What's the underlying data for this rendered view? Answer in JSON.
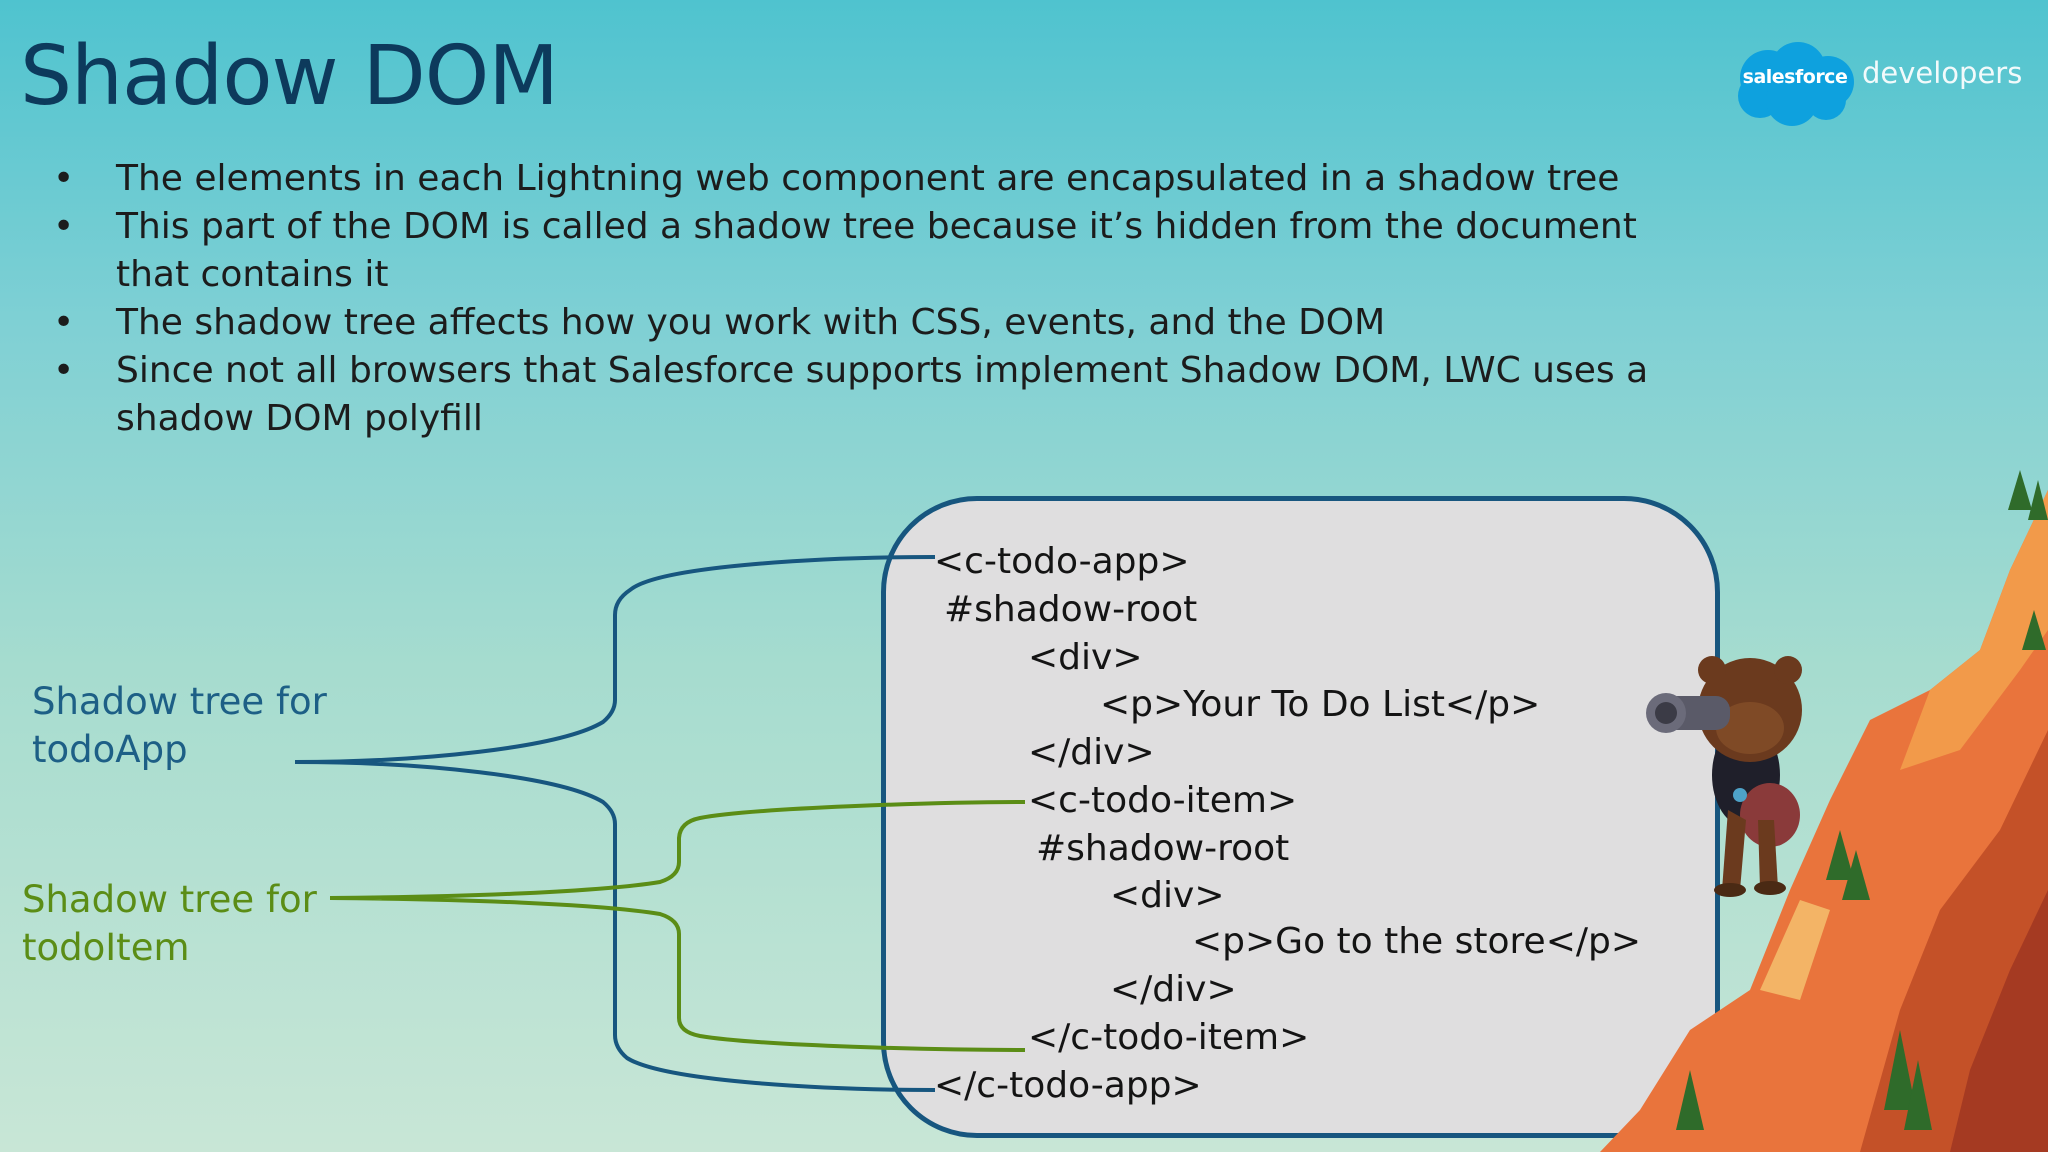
{
  "slide": {
    "title": "Shadow DOM",
    "logo": {
      "brand": "salesforce",
      "suffix": "developers",
      "icon": "salesforce-cloud-icon"
    },
    "bullets": [
      "The elements in each Lightning web component are encapsulated in a shadow tree",
      "This part of the DOM is called a shadow tree because it’s hidden from the document that contains it",
      "The shadow tree affects how you work with CSS, events, and the DOM",
      "Since not all browsers that Salesforce supports implement Shadow DOM, LWC uses a shadow DOM polyfill"
    ],
    "bullet_marker": "•",
    "code_lines": [
      "<c-todo-app>",
      "#shadow-root",
      "<div>",
      "<p>Your To Do List</p>",
      "</div>",
      "<c-todo-item>",
      "#shadow-root",
      "<div>",
      "<p>Go to the store</p>",
      "</div>",
      "</c-todo-item>",
      "</c-todo-app>"
    ],
    "labels": {
      "todo_app": [
        "Shadow tree for",
        "todoApp"
      ],
      "todo_item": [
        "Shadow tree for",
        "todoItem"
      ]
    },
    "colors": {
      "title": "#0d3a5c",
      "app_bracket": "#17567f",
      "item_bracket": "#5b8d16",
      "code_box": "#dfdedf"
    },
    "illustration": "astro-mascot-with-binoculars-on-cliff"
  }
}
